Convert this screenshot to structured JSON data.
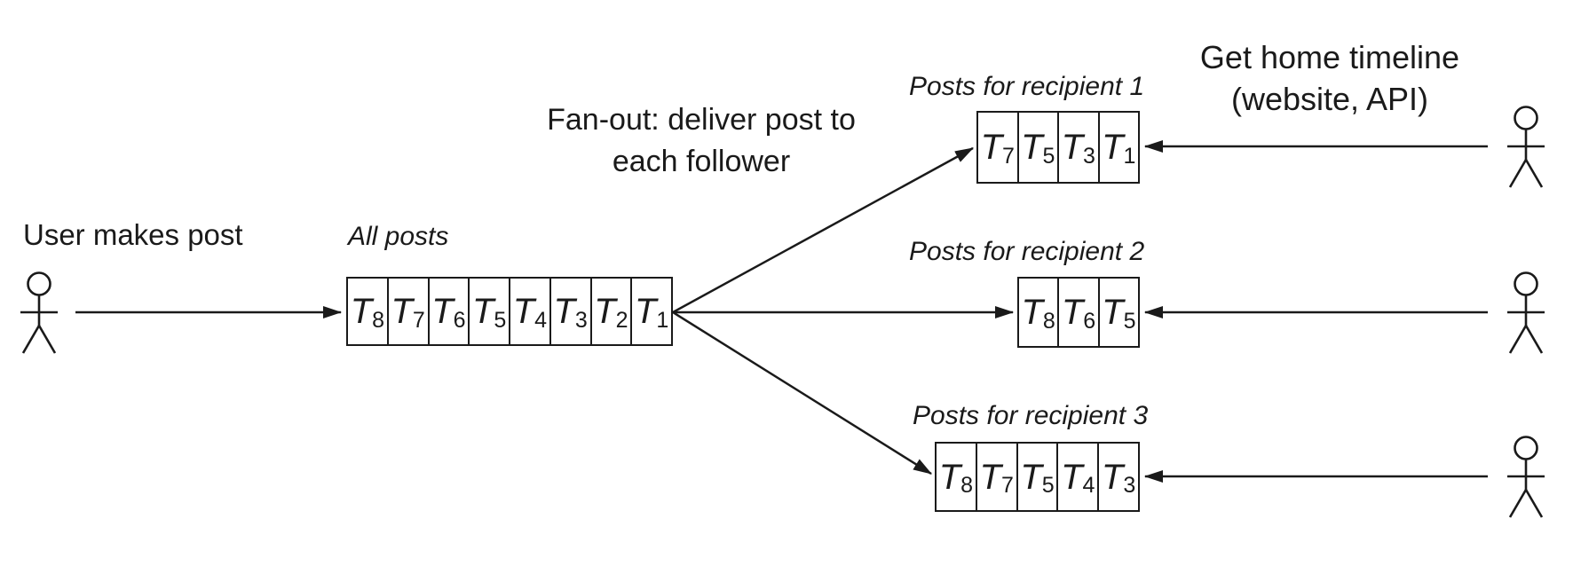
{
  "diagram": {
    "background": "#ffffff",
    "ink_color": "#1a1a1a",
    "labels": {
      "user_post": "User makes post",
      "fanout_line1": "Fan-out: deliver post to",
      "fanout_line2": "each follower",
      "timeline_line1": "Get home timeline",
      "timeline_line2": "(website, API)"
    },
    "queues": [
      {
        "name": "all-posts",
        "label": "All posts",
        "cells": [
          {
            "base": "T",
            "sub": "8"
          },
          {
            "base": "T",
            "sub": "7"
          },
          {
            "base": "T",
            "sub": "6"
          },
          {
            "base": "T",
            "sub": "5"
          },
          {
            "base": "T",
            "sub": "4"
          },
          {
            "base": "T",
            "sub": "3"
          },
          {
            "base": "T",
            "sub": "2"
          },
          {
            "base": "T",
            "sub": "1"
          }
        ]
      },
      {
        "name": "posts-for-recipient-1",
        "label": "Posts for recipient 1",
        "cells": [
          {
            "base": "T",
            "sub": "7"
          },
          {
            "base": "T",
            "sub": "5"
          },
          {
            "base": "T",
            "sub": "3"
          },
          {
            "base": "T",
            "sub": "1"
          }
        ]
      },
      {
        "name": "posts-for-recipient-2",
        "label": "Posts for recipient 2",
        "cells": [
          {
            "base": "T",
            "sub": "8"
          },
          {
            "base": "T",
            "sub": "6"
          },
          {
            "base": "T",
            "sub": "5"
          }
        ]
      },
      {
        "name": "posts-for-recipient-3",
        "label": "Posts for recipient 3",
        "cells": [
          {
            "base": "T",
            "sub": "8"
          },
          {
            "base": "T",
            "sub": "7"
          },
          {
            "base": "T",
            "sub": "5"
          },
          {
            "base": "T",
            "sub": "4"
          },
          {
            "base": "T",
            "sub": "3"
          }
        ]
      }
    ],
    "actors": [
      {
        "name": "posting-user"
      },
      {
        "name": "timeline-reader-1"
      },
      {
        "name": "timeline-reader-2"
      },
      {
        "name": "timeline-reader-3"
      }
    ]
  }
}
